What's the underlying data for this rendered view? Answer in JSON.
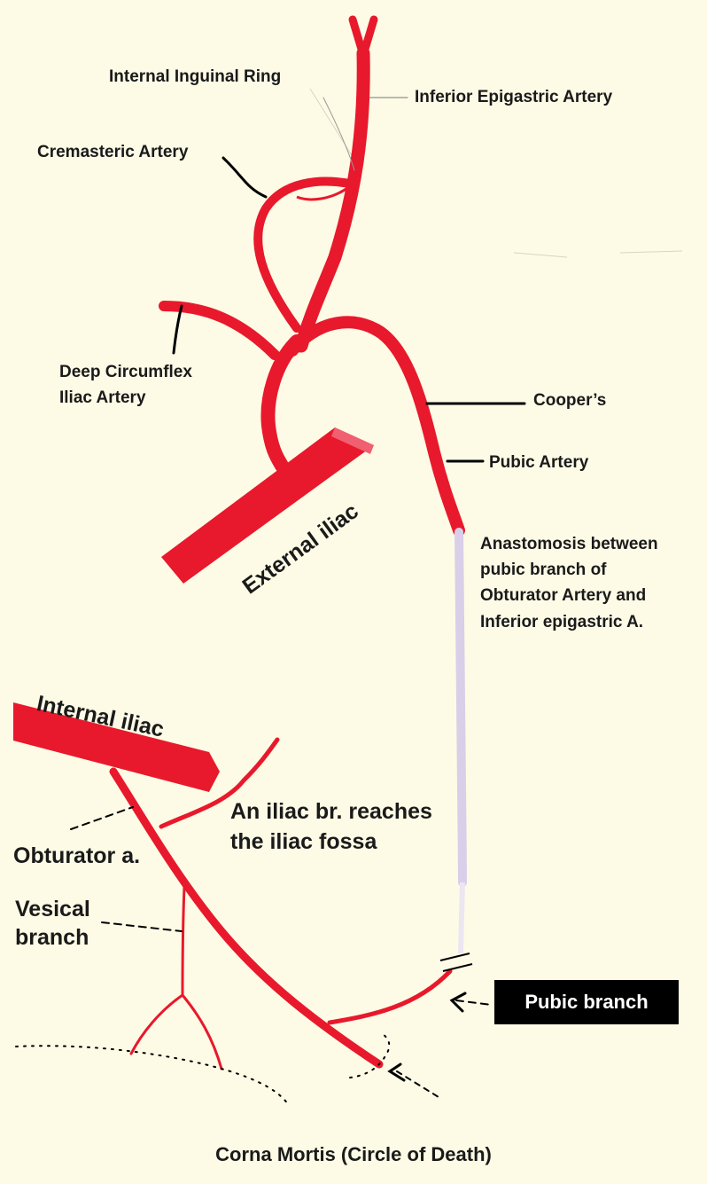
{
  "labels": {
    "internal_inguinal_ring": "Internal Inguinal Ring",
    "inferior_epigastric_artery": "Inferior Epigastric Artery",
    "cremasteric_artery": "Cremasteric Artery",
    "deep_circumflex_line1": "Deep Circumflex",
    "deep_circumflex_line2": "Iliac Artery",
    "coopers": "Cooper’s",
    "pubic_artery": "Pubic Artery",
    "anastomosis_line1": "Anastomosis between",
    "anastomosis_line2": "pubic branch of",
    "anastomosis_line3": "Obturator Artery and",
    "anastomosis_line4": "Inferior epigastric A.",
    "external_iliac": "External iliac",
    "internal_iliac": "Internal iliac",
    "iliac_branch_line1": "An iliac br. reaches",
    "iliac_branch_line2": "the iliac fossa",
    "obturator": "Obturator a.",
    "vesical_line1": "Vesical",
    "vesical_line2": "branch",
    "pubic_branch": "Pubic branch",
    "caption": "Corna Mortis (Circle of Death)"
  },
  "colors": {
    "background": "#fdfbe6",
    "artery": "#e8192c",
    "leader": "#000000",
    "anastomosis": "#d9cfe8",
    "text": "#1a1a1a"
  }
}
